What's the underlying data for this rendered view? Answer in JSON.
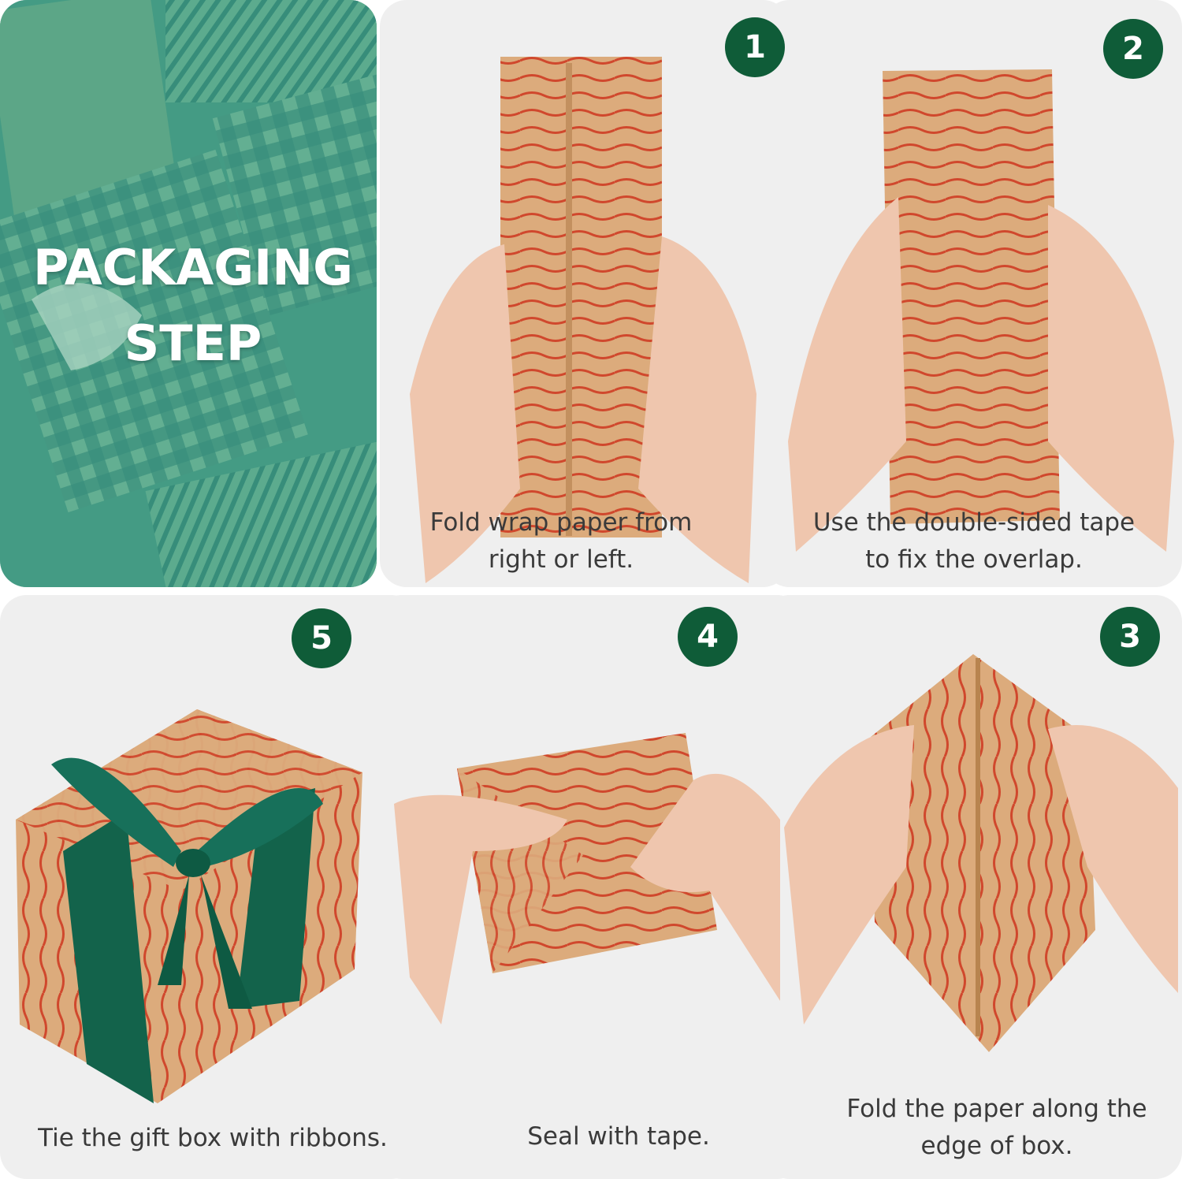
{
  "title": {
    "line1": "PACKAGING",
    "line2": "STEP"
  },
  "colors": {
    "badge": "#0f5c38",
    "paper": "#dcab7c",
    "stripe": "#d0482d",
    "teal_overlay": "#3f9a83",
    "ribbon": "#11604a"
  },
  "steps": [
    {
      "number": "1",
      "caption_line1": "Fold wrap paper from",
      "caption_line2": "right or left."
    },
    {
      "number": "2",
      "caption_line1": "Use the double-sided tape",
      "caption_line2": "to fix the overlap."
    },
    {
      "number": "3",
      "caption_line1": "Fold the paper along the",
      "caption_line2": "edge of box."
    },
    {
      "number": "4",
      "caption_line1": "Seal with tape.",
      "caption_line2": ""
    },
    {
      "number": "5",
      "caption_line1": "Tie the gift box with ribbons.",
      "caption_line2": ""
    }
  ]
}
